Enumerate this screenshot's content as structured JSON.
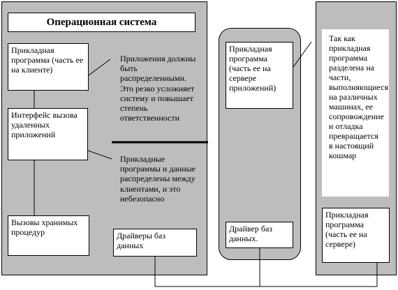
{
  "left": {
    "title": "Операционная система",
    "client_app": "Прикладная программа (часть ее на клиенте)",
    "rpc": "Интерфейс вызова удаленных приложений",
    "stored_procs": "Вызовы хранимых процедур",
    "db_driver": "Драйверы баз данных",
    "note_top": "Приложения должны быть распределенными. Это резко усложняет систему и повышает степень ответственности",
    "note_bottom": "Прикладные программы и данные распределены между клиентами, и это небезопасно"
  },
  "middle": {
    "app_server": "Прикладная программа (часть ее на сервере приложений)",
    "db_driver": "Драйвер баз данных."
  },
  "right": {
    "note": "Так как прикладная программа разделена на части, выполняющиеся на различных машинах, ее сопровождение и отладка превращается в настоящий кошмар",
    "server_app": "Прикладная программа (часть ее на сервере)"
  }
}
